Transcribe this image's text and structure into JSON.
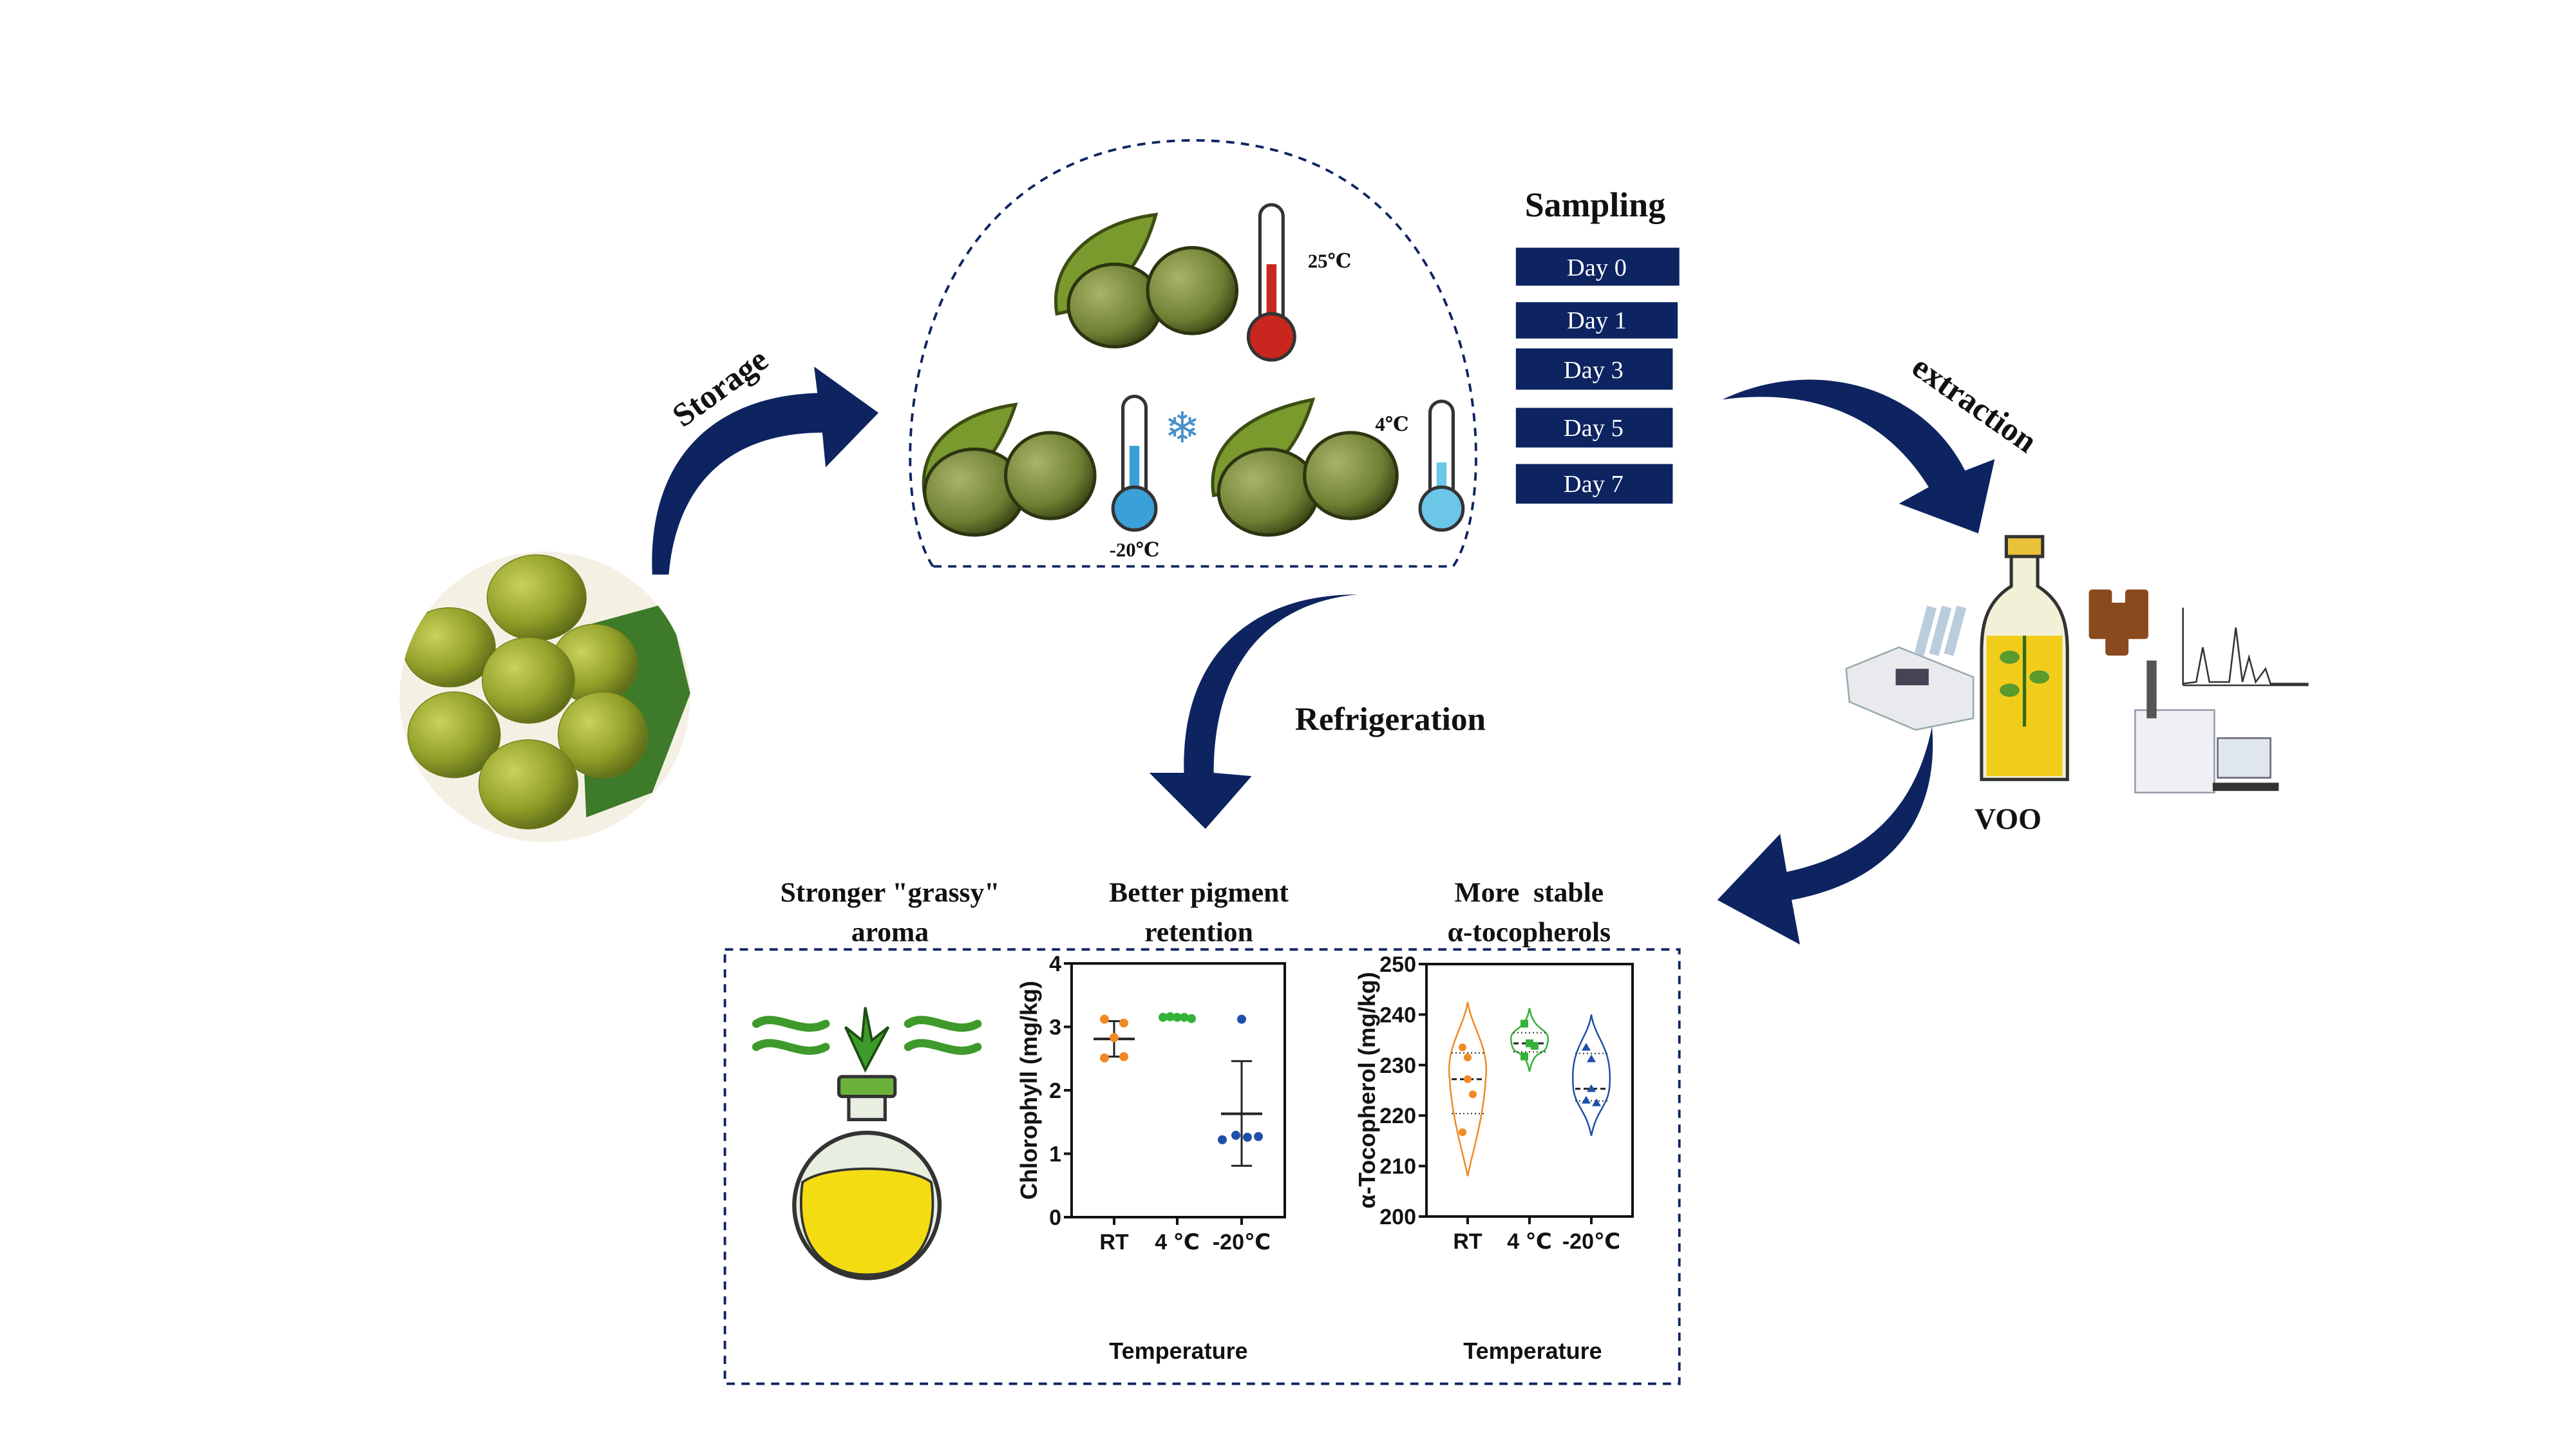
{
  "labels": {
    "storage": "Storage",
    "sampling": "Sampling",
    "days": [
      "Day 0",
      "Day 1",
      "Day 3",
      "Day 5",
      "Day 7"
    ],
    "extraction": "extraction",
    "refrigeration": "Refrigeration",
    "voo": "VOO",
    "temp_25": "25℃",
    "temp_4": "4℃",
    "temp_neg20": "-20℃"
  },
  "findings": [
    {
      "line1": "Stronger \"grassy\"",
      "line2": "aroma"
    },
    {
      "line1": "Better pigment",
      "line2": "retention"
    },
    {
      "line1": "More  stable",
      "line2": "α-tocopherols"
    }
  ],
  "colors": {
    "navy": "#0d2461",
    "rt": "#f08a24",
    "c4": "#35b23a",
    "c_neg20": "#1f4fa8",
    "olive": "#7a9a2e"
  },
  "chart_data": [
    {
      "type": "scatter",
      "xlabel": "Temperature",
      "ylabel": "Chlorophyll (mg/kg)",
      "categories": [
        "RT",
        "4 ℃",
        "-20℃"
      ],
      "ylim": [
        0,
        4
      ],
      "yticks": [
        "0",
        "1",
        "2",
        "3",
        "4"
      ],
      "series": [
        {
          "category": "RT",
          "values": [
            3.12,
            3.06,
            2.83,
            2.51,
            2.53
          ],
          "mean": 2.81,
          "error": [
            2.53,
            3.09
          ]
        },
        {
          "category": "4 ℃",
          "values": [
            3.15,
            3.16,
            3.15,
            3.15,
            3.13
          ],
          "mean": null,
          "error": null
        },
        {
          "category": "-20℃",
          "values": [
            3.12,
            1.22,
            1.29,
            1.26,
            1.27
          ],
          "mean": 1.63,
          "error": [
            0.81,
            2.46
          ]
        }
      ]
    },
    {
      "type": "violin",
      "xlabel": "Temperature",
      "ylabel": "α-Tocopherol (mg/kg)",
      "categories": [
        "RT",
        "4 ℃",
        "-20℃"
      ],
      "ylim": [
        200,
        250
      ],
      "yticks": [
        "200",
        "210",
        "220",
        "230",
        "240",
        "250"
      ],
      "series": [
        {
          "category": "RT",
          "marker": "circle",
          "values": [
            233.5,
            231.5,
            227.2,
            224.2,
            216.7
          ],
          "median": 227.2,
          "q1": 220.4,
          "q3": 232.4,
          "range": [
            208,
            242.5
          ]
        },
        {
          "category": "4 ℃",
          "marker": "square",
          "values": [
            238.2,
            234.3,
            234.3,
            233.8,
            231.7
          ],
          "median": 234.3,
          "q1": 232.6,
          "q3": 236.4,
          "range": [
            228.7,
            241.3
          ]
        },
        {
          "category": "-20℃",
          "marker": "triangle",
          "values": [
            233.5,
            231.2,
            225.3,
            222.5,
            223.0
          ],
          "median": 225.3,
          "q1": 222.9,
          "q3": 232.3,
          "range": [
            216,
            240
          ]
        }
      ]
    }
  ]
}
